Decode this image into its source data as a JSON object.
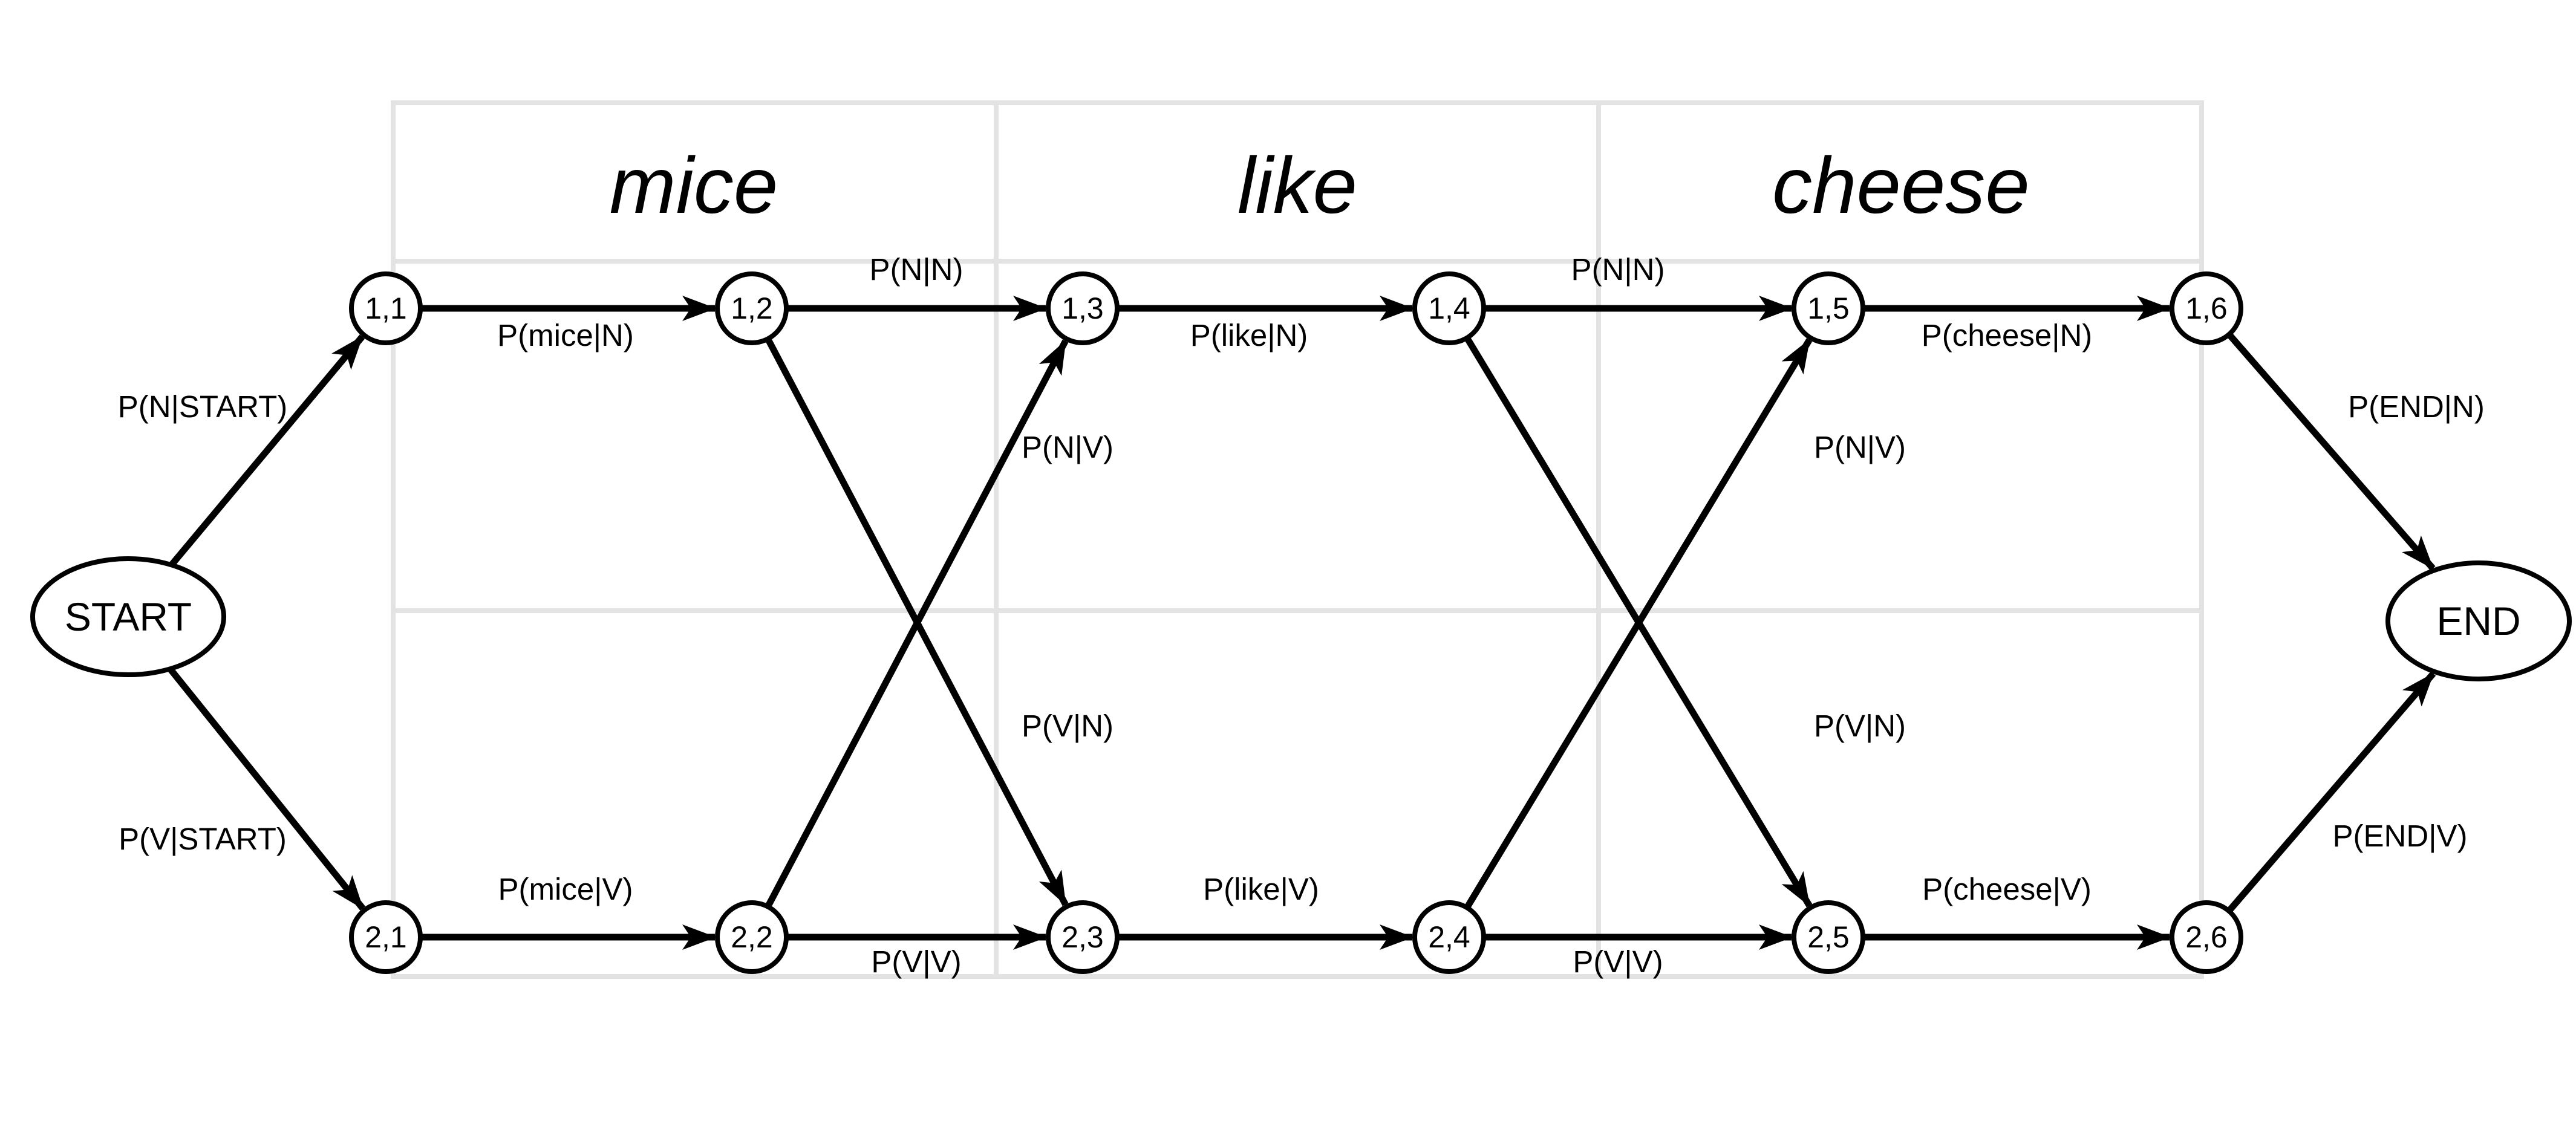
{
  "words": [
    "mice",
    "like",
    "cheese"
  ],
  "start_label": "START",
  "end_label": "END",
  "nodes": [
    {
      "id": "1,1"
    },
    {
      "id": "1,2"
    },
    {
      "id": "1,3"
    },
    {
      "id": "1,4"
    },
    {
      "id": "1,5"
    },
    {
      "id": "1,6"
    },
    {
      "id": "2,1"
    },
    {
      "id": "2,2"
    },
    {
      "id": "2,3"
    },
    {
      "id": "2,4"
    },
    {
      "id": "2,5"
    },
    {
      "id": "2,6"
    }
  ],
  "edges": [
    {
      "from": "START",
      "to": "1,1",
      "label": "P(N|START)"
    },
    {
      "from": "START",
      "to": "2,1",
      "label": "P(V|START)"
    },
    {
      "from": "1,1",
      "to": "1,2",
      "label": "P(mice|N)"
    },
    {
      "from": "2,1",
      "to": "2,2",
      "label": "P(mice|V)"
    },
    {
      "from": "1,2",
      "to": "1,3",
      "label": "P(N|N)"
    },
    {
      "from": "2,2",
      "to": "2,3",
      "label": "P(V|V)"
    },
    {
      "from": "2,2",
      "to": "1,3",
      "label": "P(N|V)"
    },
    {
      "from": "1,2",
      "to": "2,3",
      "label": "P(V|N)"
    },
    {
      "from": "1,3",
      "to": "1,4",
      "label": "P(like|N)"
    },
    {
      "from": "2,3",
      "to": "2,4",
      "label": "P(like|V)"
    },
    {
      "from": "1,4",
      "to": "1,5",
      "label": "P(N|N)"
    },
    {
      "from": "2,4",
      "to": "2,5",
      "label": "P(V|V)"
    },
    {
      "from": "2,4",
      "to": "1,5",
      "label": "P(N|V)"
    },
    {
      "from": "1,4",
      "to": "2,5",
      "label": "P(V|N)"
    },
    {
      "from": "1,5",
      "to": "1,6",
      "label": "P(cheese|N)"
    },
    {
      "from": "2,5",
      "to": "2,6",
      "label": "P(cheese|V)"
    },
    {
      "from": "1,6",
      "to": "END",
      "label": "P(END|N)"
    },
    {
      "from": "2,6",
      "to": "END",
      "label": "P(END|V)"
    }
  ]
}
